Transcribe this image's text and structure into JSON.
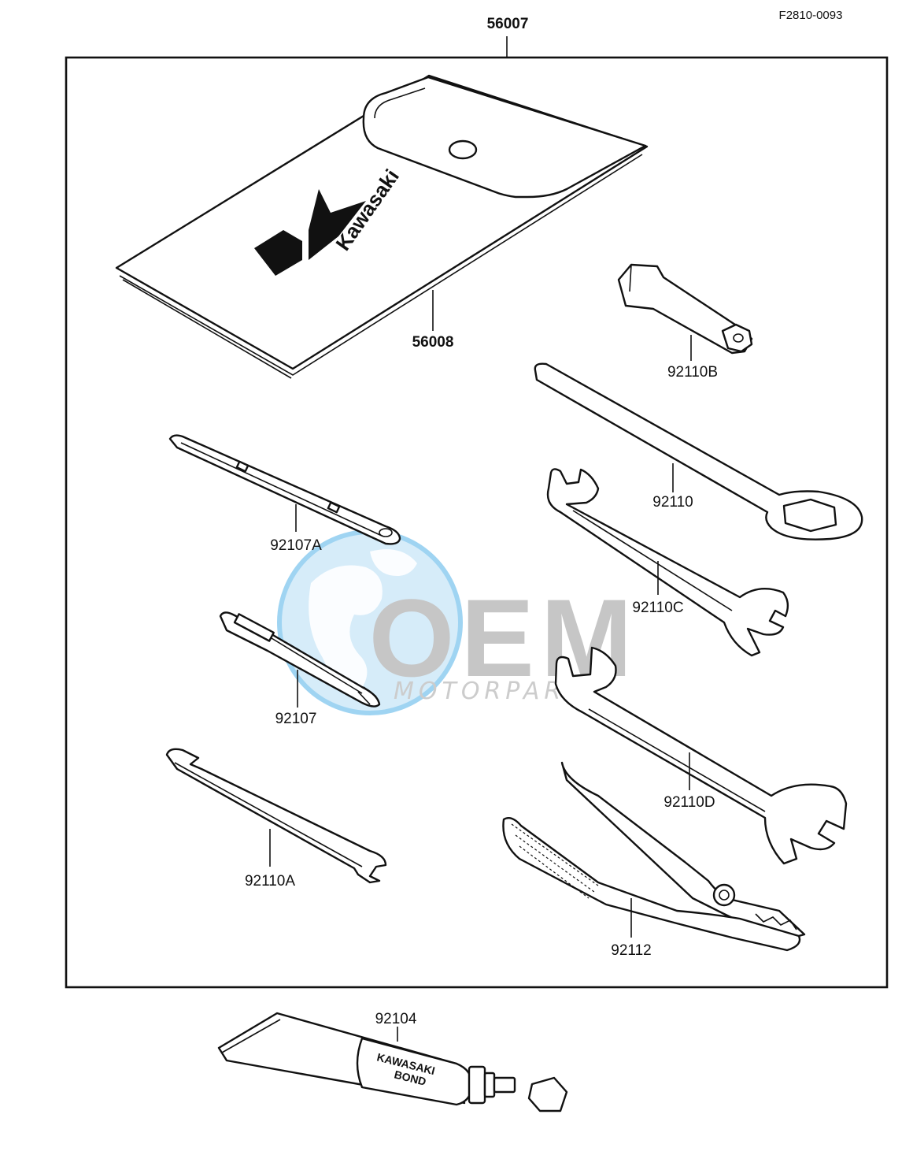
{
  "diagram": {
    "reference_code": "F2810-0093",
    "kit_part_number": "56007",
    "parts": [
      {
        "number": "56008"
      },
      {
        "number": "92110B"
      },
      {
        "number": "92110"
      },
      {
        "number": "92107A"
      },
      {
        "number": "92110C"
      },
      {
        "number": "92107"
      },
      {
        "number": "92110D"
      },
      {
        "number": "92110A"
      },
      {
        "number": "92112"
      },
      {
        "number": "92104"
      }
    ],
    "pouch_brand": "Kawasaki",
    "tube_label_line1": "KAWASAKI",
    "tube_label_line2": "BOND"
  },
  "watermark": {
    "brand": "OEM",
    "subtitle": "MOTORPARTS",
    "color_primary": "#8fcdf0",
    "color_text": "#b9b9b9"
  }
}
